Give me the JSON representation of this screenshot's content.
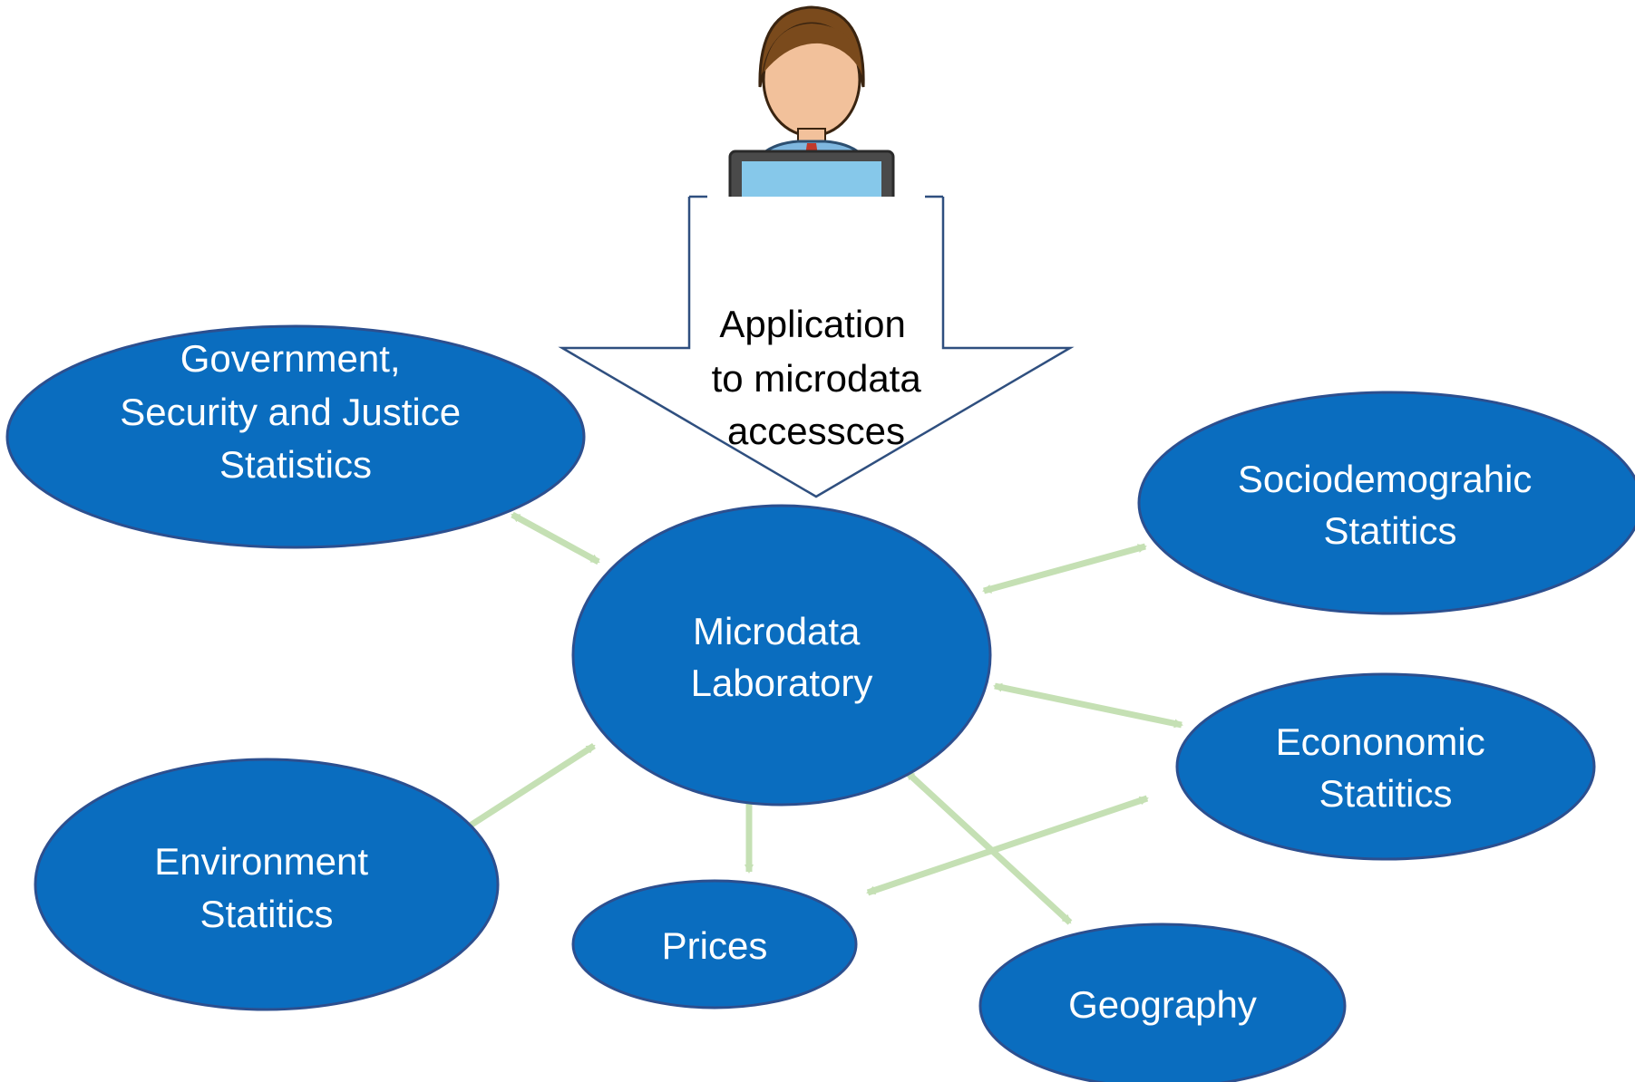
{
  "colors": {
    "node_fill": "#0a6dbf",
    "node_stroke": "#2c4f8f",
    "connector": "#c5e0b4",
    "arrow_outline": "#2f4f7f",
    "label_on_node": "#ffffff"
  },
  "user_icon": {
    "name": "user-at-laptop-icon"
  },
  "application_arrow": {
    "lines": [
      "Application",
      "to microdata",
      "accessces"
    ]
  },
  "nodes": {
    "government": {
      "lines": [
        "Government,",
        "Security and Justice",
        "Statistics"
      ]
    },
    "sociodemographic": {
      "lines": [
        "Sociodemograhic",
        "Statitics"
      ]
    },
    "microdata_lab": {
      "lines": [
        "Microdata",
        "Laboratory"
      ]
    },
    "economic": {
      "lines": [
        "Econonomic",
        "Statitics"
      ]
    },
    "environment": {
      "lines": [
        "Environment",
        "Statitics"
      ]
    },
    "prices": {
      "lines": [
        "Prices"
      ]
    },
    "geography": {
      "lines": [
        "Geography"
      ]
    }
  }
}
